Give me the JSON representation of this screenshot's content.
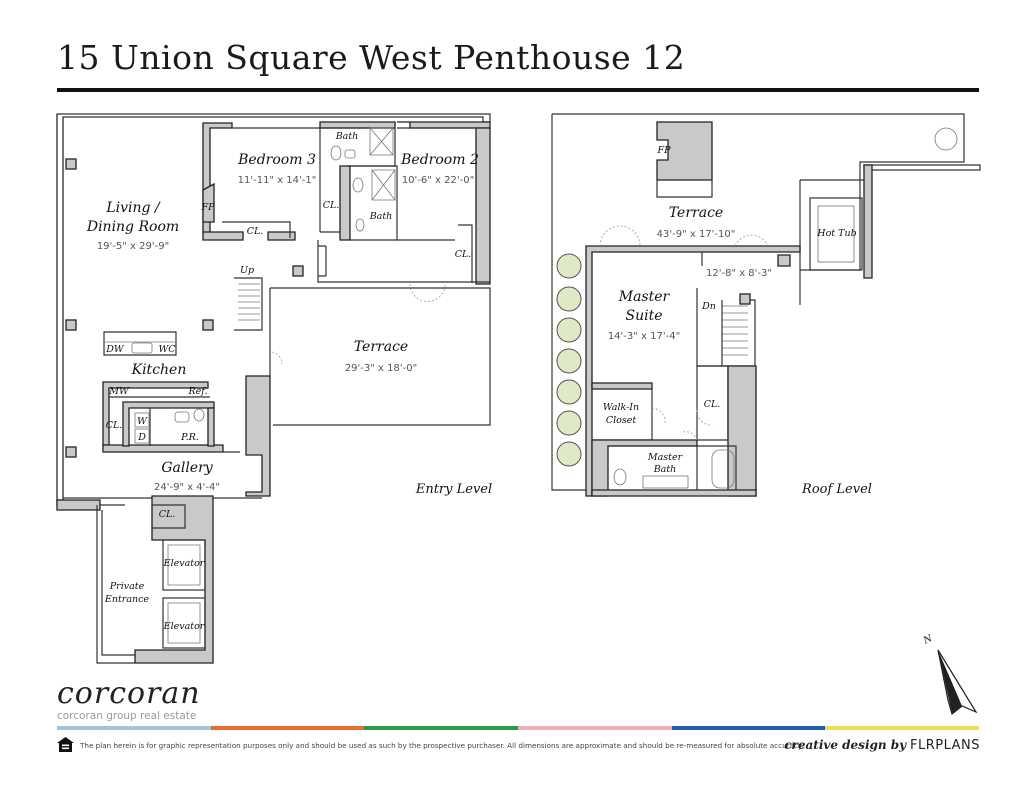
{
  "header": {
    "title": "15 Union Square West Penthouse 12"
  },
  "entry_level": {
    "label": "Entry Level",
    "rooms": {
      "living": {
        "name_line1": "Living /",
        "name_line2": "Dining Room",
        "dim": "19'-5\" x 29'-9\""
      },
      "bedroom3": {
        "name": "Bedroom 3",
        "dim": "11'-11\" x 14'-1\""
      },
      "bedroom2": {
        "name": "Bedroom 2",
        "dim": "10'-6\" x 22'-0\""
      },
      "bath_upper": {
        "name": "Bath"
      },
      "bath_lower": {
        "name": "Bath"
      },
      "terrace": {
        "name": "Terrace",
        "dim": "29'-3\" x 18'-0\""
      },
      "kitchen": {
        "name": "Kitchen"
      },
      "gallery": {
        "name": "Gallery",
        "dim": "24'-9\" x 4'-4\""
      },
      "powder": {
        "name": "P.R."
      },
      "private_entrance": {
        "line1": "Private",
        "line2": "Entrance"
      },
      "elevator1": {
        "name": "Elevator"
      },
      "elevator2": {
        "name": "Elevator"
      }
    },
    "labels": {
      "fp": "FP",
      "cl": "CL.",
      "up": "Up",
      "dw": "DW",
      "wc": "WC",
      "mw": "MW",
      "ref": "Ref.",
      "w": "W",
      "d": "D"
    }
  },
  "roof_level": {
    "label": "Roof Level",
    "rooms": {
      "terrace": {
        "name": "Terrace",
        "dim": "43'-9\" x 17'-10\""
      },
      "hallway": {
        "dim": "12'-8\" x 8'-3\""
      },
      "master_suite": {
        "line1": "Master",
        "line2": "Suite",
        "dim": "14'-3\" x 17'-4\""
      },
      "walkin": {
        "line1": "Walk-In",
        "line2": "Closet"
      },
      "master_bath": {
        "line1": "Master",
        "line2": "Bath"
      },
      "hot_tub": {
        "name": "Hot Tub"
      }
    },
    "labels": {
      "fp": "FP",
      "dn": "Dn",
      "cl": "CL."
    }
  },
  "compass": {
    "label": "N"
  },
  "footer": {
    "logo": "corcoran",
    "logo_sub": "corcoran group real estate",
    "disclaimer": "The plan herein is for graphic representation purposes only and should be used as such by the prospective purchaser. All dimensions are approximate and should be re-measured for absolute accuracy.",
    "credit_prefix": "creative design by",
    "credit_brand": "FLRPLANS",
    "bar_colors": [
      "#a9c3d8",
      "#e76f2c",
      "#2e9a4a",
      "#efb1b9",
      "#1f5fa8",
      "#f3dc5a"
    ]
  }
}
